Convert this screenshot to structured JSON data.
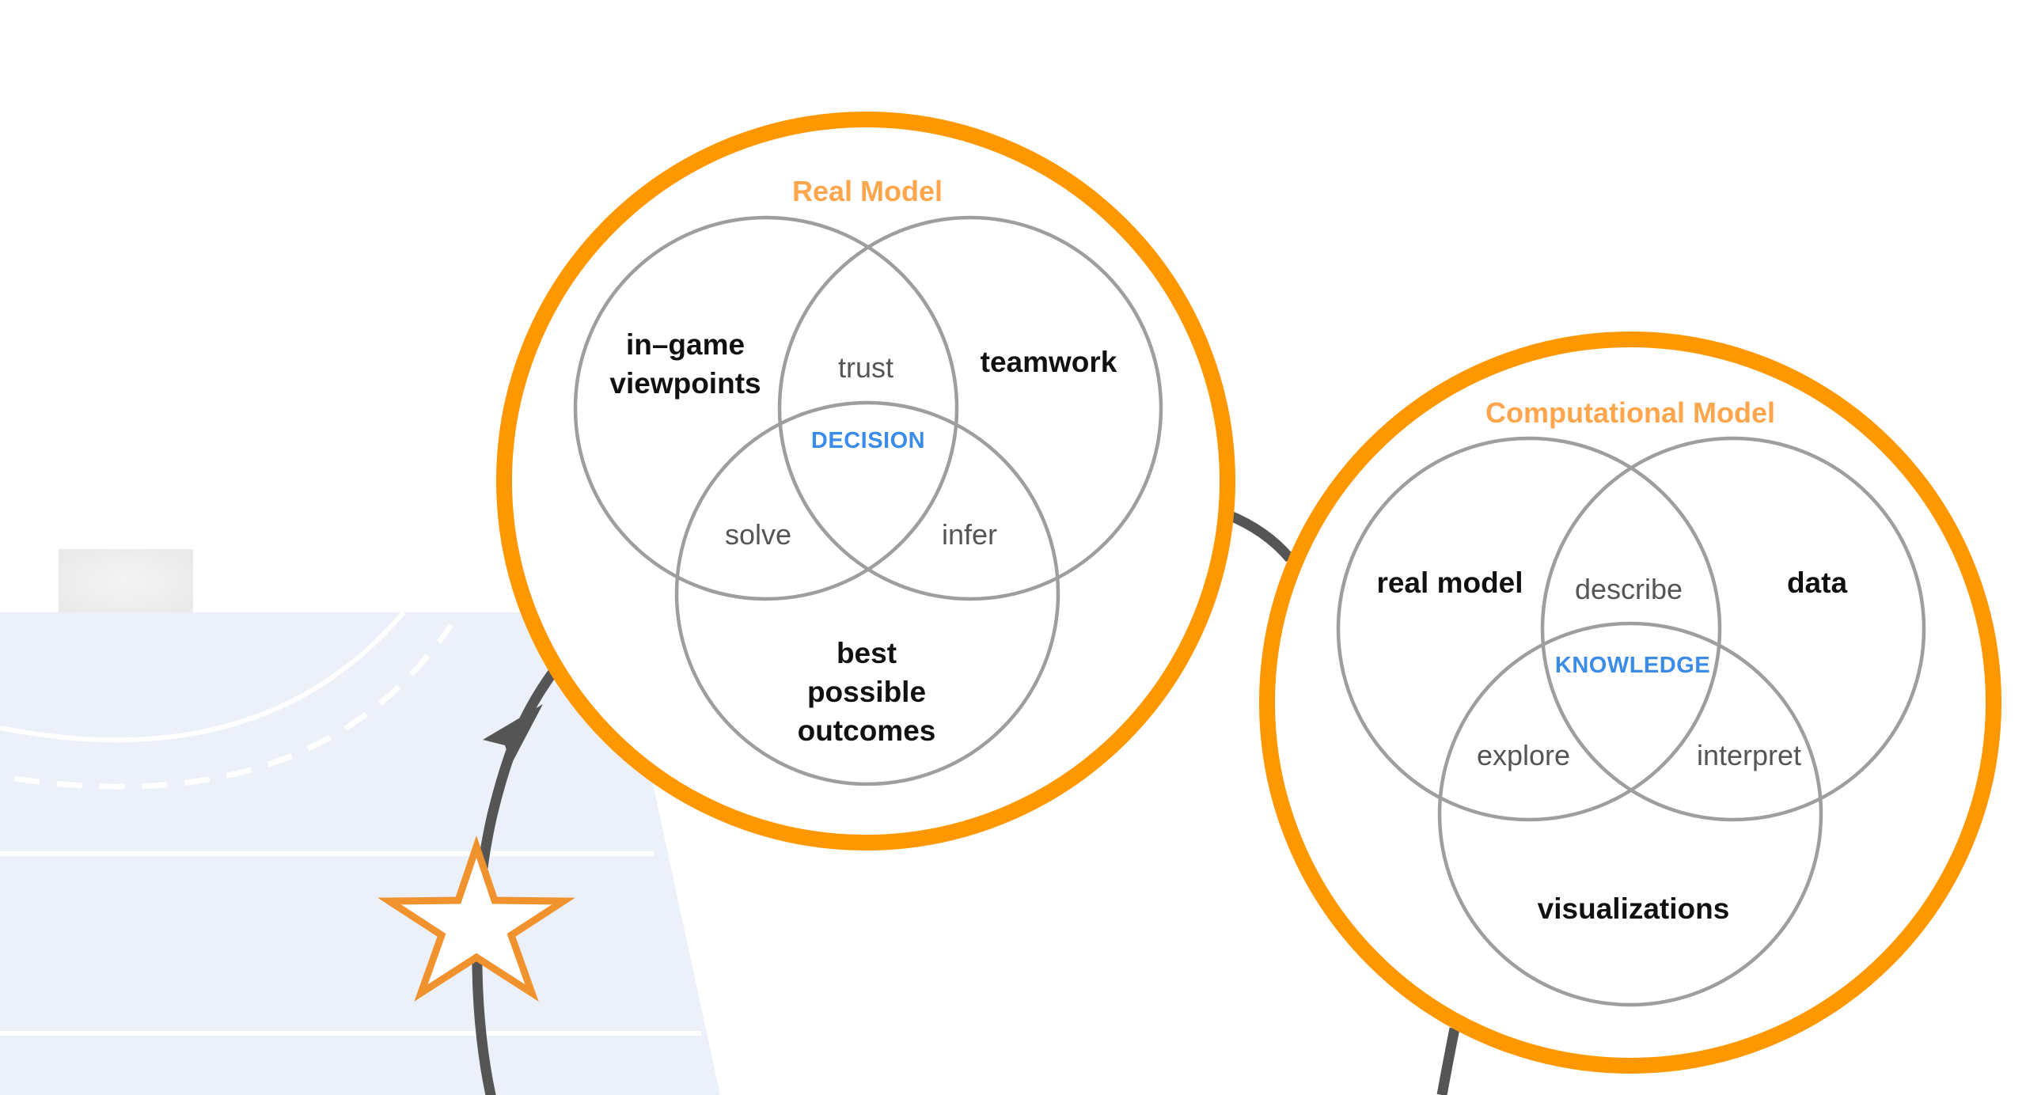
{
  "colors": {
    "frame_orange": "#ff9800",
    "title_orange": "#ffa64d",
    "center_blue": "#3b8be8",
    "court_fill": "#ecf0f8",
    "court_line": "#ffffff",
    "path_gray": "#555555",
    "star_orange": "#f0922e"
  },
  "icons": {
    "star": "star-icon",
    "arrow": "arrowhead-icon"
  },
  "real_model": {
    "title": "Real Model",
    "regions": {
      "left_line1": "in–game",
      "left_line2": "viewpoints",
      "right": "teamwork",
      "bottom_line1": "best",
      "bottom_line2": "possible",
      "bottom_line3": "outcomes"
    },
    "overlaps": {
      "top": "trust",
      "left": "solve",
      "right": "infer"
    },
    "center": "DECISION"
  },
  "computational_model": {
    "title": "Computational Model",
    "regions": {
      "left": "real model",
      "right": "data",
      "bottom": "visualizations"
    },
    "overlaps": {
      "top": "describe",
      "left": "explore",
      "right": "interpret"
    },
    "center": "KNOWLEDGE"
  }
}
